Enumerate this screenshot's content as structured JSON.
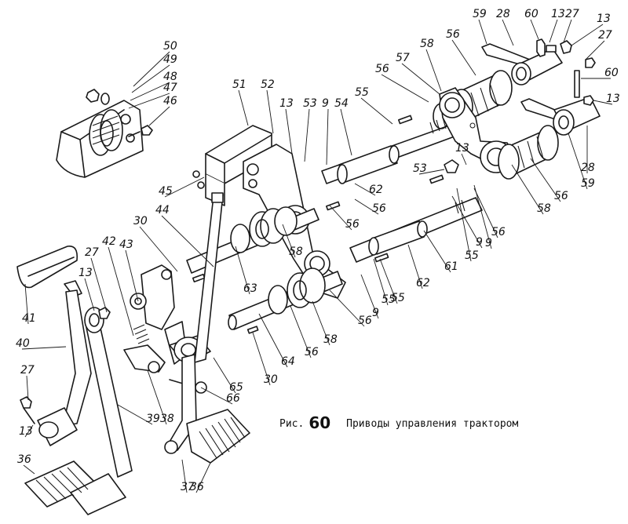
{
  "caption": {
    "prefix": "Рис.",
    "number": "60",
    "title": "Приводы управления трактором"
  },
  "callouts": [
    "50",
    "49",
    "48",
    "47",
    "46",
    "45",
    "51",
    "52",
    "13",
    "53",
    "9",
    "54",
    "55",
    "58",
    "56",
    "57",
    "59",
    "28",
    "60",
    "13",
    "27",
    "13",
    "27",
    "60",
    "13",
    "56",
    "59",
    "28",
    "13",
    "53",
    "58",
    "56",
    "9",
    "55",
    "61",
    "62",
    "55",
    "62",
    "56",
    "58",
    "56",
    "63",
    "30",
    "44",
    "43",
    "42",
    "27",
    "13",
    "41",
    "40",
    "27",
    "13",
    "36",
    "39",
    "38",
    "66",
    "65",
    "30",
    "64",
    "56",
    "58",
    "9",
    "56",
    "37",
    "36",
    "55",
    "9",
    "56"
  ]
}
